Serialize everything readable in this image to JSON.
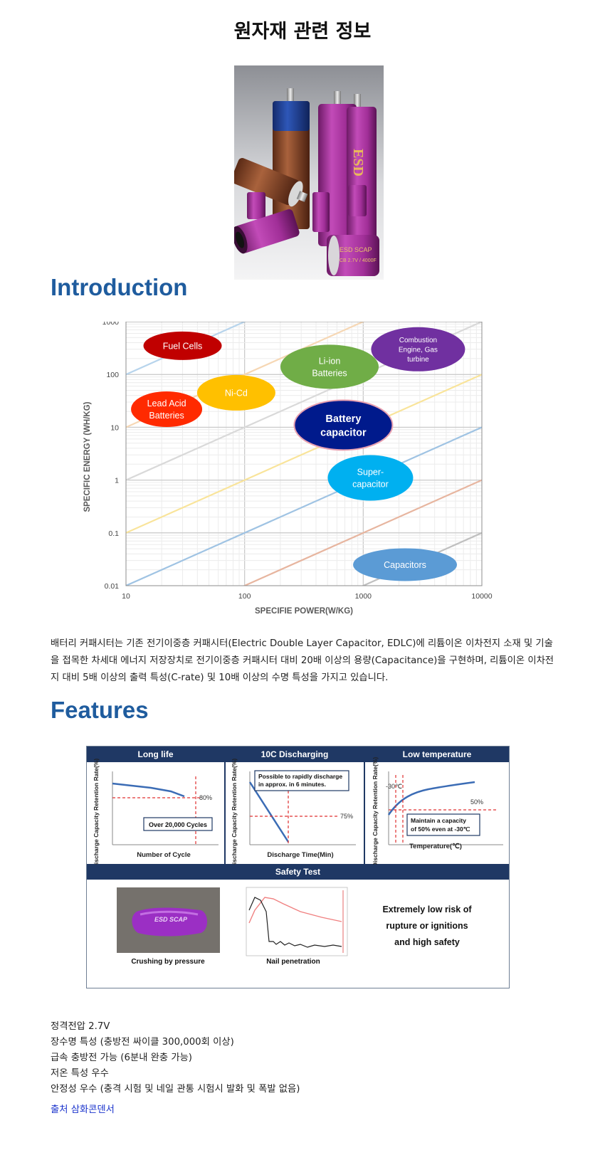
{
  "page": {
    "title": "원자재 관련 정보"
  },
  "photo": {
    "brand": "ESD",
    "label_lines": [
      "ESD SCAP",
      "CB 2.7V / 4000F"
    ]
  },
  "introduction": {
    "heading": "Introduction",
    "paragraph": "배터리 커패시터는 기존 전기이중층 커패시터(Electric Double Layer Capacitor, EDLC)에 리튬이온 이차전지 소재 및 기술을 접목한 차세대 에너지 저장장치로 전기이중층 커패시터 대비 20배 이상의 용량(Capacitance)을 구현하며, 리튬이온 이차전지 대비 5배 이상의 출력 특성(C-rate) 및 10배 이상의 수명 특성을 가지고 있습니다."
  },
  "chart_data": {
    "type": "scatter",
    "title": "",
    "xlabel": "SPECIFIE POWER(W/KG)",
    "ylabel": "SPECIFIC ENERGY (WH/KG)",
    "x_scale": "log",
    "y_scale": "log",
    "xlim": [
      10,
      10000
    ],
    "ylim": [
      0.01,
      1000
    ],
    "x_ticks": [
      "10",
      "100",
      "1000",
      "10000"
    ],
    "y_ticks": [
      "1000",
      "100",
      "10",
      "1",
      "0.1",
      "0.01"
    ],
    "grid": true,
    "diagonal_line_colors": [
      "#b7d4ec",
      "#f6d7b4",
      "#d9d9d9",
      "#f9e49a",
      "#9fc3e3",
      "#e7b59f",
      "#bfbfbf"
    ],
    "regions": [
      {
        "label": "Fuel Cells",
        "x": 30,
        "y": 350,
        "color": "#c00000"
      },
      {
        "label": "Ni-Cd",
        "x": 85,
        "y": 45,
        "color": "#ffc000"
      },
      {
        "label": "Li-ion Batteries",
        "x": 520,
        "y": 140,
        "color": "#70ad47"
      },
      {
        "label": "Lead Acid Batteries",
        "x": 22,
        "y": 22,
        "color": "#ff2a00"
      },
      {
        "label": "Battery capacitor",
        "x": 680,
        "y": 11,
        "color": "#001a8c"
      },
      {
        "label": "Super-capacitor",
        "x": 1150,
        "y": 1.1,
        "color": "#00b0f0"
      },
      {
        "label": "Capacitors",
        "x": 2250,
        "y": 0.025,
        "color": "#5b9bd5"
      },
      {
        "label": "Combustion Engine, Gas turbine",
        "x": 2900,
        "y": 300,
        "color": "#7030a0"
      }
    ]
  },
  "features": {
    "heading": "Features",
    "panels": [
      {
        "header": "Long life",
        "ylabel": "Discharge Capacity Retention Rate(%)",
        "xlabel": "Number of Cycle",
        "marker": "80%",
        "note": "Over 20,000 Cycles",
        "marker_value": 80
      },
      {
        "header": "10C Discharging",
        "ylabel": "Discharge Capacity Retention Rate(%)",
        "xlabel": "Discharge Time(Min)",
        "marker": "75%",
        "note": "Possible to rapidly discharge in approx. in 6 minutes.",
        "marker_value": 75
      },
      {
        "header": "Low temperature",
        "ylabel": "Discharge Capacity Retention Rate(%)",
        "xlabel": "Temperature(℃)",
        "marker": "50%",
        "marker_x": "-30℃",
        "note": "Maintain a capacity of 50% even at -30℃",
        "marker_value": 50
      }
    ],
    "safety": {
      "header": "Safety Test",
      "crushing_caption": "Crushing by pressure",
      "nail_caption": "Nail penetration",
      "claim": "Extremely low risk of rupture or ignitions and high safety",
      "crushed_cell_label": "ESD SCAP"
    }
  },
  "specs": [
    "정격전압 2.7V",
    "장수명 특성 (충방전 싸이클 300,000회 이상)",
    "급속 충방전 가능 (6분내 완충 가능)",
    "저온 특성 우수",
    "안정성 우수 (충격 시험 및 네일 관통 시험시 발화 및 폭발 없음)"
  ],
  "source_link": "출처 삼화콘덴서",
  "colors": {
    "heading": "#1f5c9e",
    "feature_header": "#1f3864",
    "link": "#1a33cc"
  }
}
